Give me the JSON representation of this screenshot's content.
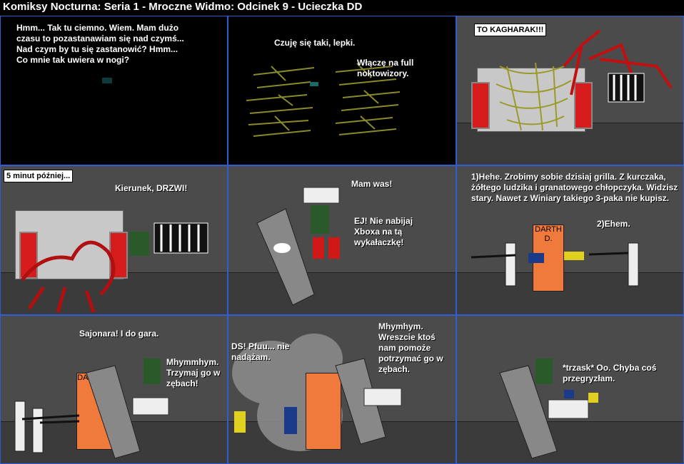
{
  "title": "Komiksy Nocturna: Seria 1 - Mroczne Widmo: Odcinek 9 - Ucieczka DD",
  "panels": {
    "p1": {
      "text": "Hmm... Tak tu ciemno. Wiem. Mam dużo czasu to pozastanawiam się nad czymś... Nad czym by tu się zastanowić? Hmm... Co mnie tak uwiera w nogi?"
    },
    "p2": {
      "text1": "Czuję się taki, lepki.",
      "text2": "Włączę na full noktowizory."
    },
    "p3": {
      "caption": "TO KAGHARAK!!!"
    },
    "p4": {
      "caption": "5 minut później...",
      "text": "Kierunek, DRZWI!"
    },
    "p5": {
      "text1": "Mam was!",
      "text2": "EJ! Nie nabijaj Xboxa na tą wykałaczkę!"
    },
    "p6": {
      "text1": "1)Hehe. Zrobimy sobie dzisiaj grilla. Z kurczaka, żółtego ludzika i granatowego chłopczyka. Widzisz stary. Nawet z Winiary takiego 3-paka nie kupisz.",
      "text2": "2)Ehem.",
      "door": "DARTH D."
    },
    "p7": {
      "text1": "Sajonara! I do gara.",
      "text2": "Mhymmhym. Trzymaj go w zębach!",
      "door": "DARTH D."
    },
    "p8": {
      "text1": "DS! Pfuu... nie nadążam.",
      "text2": "Mhymhym. Wreszcie ktoś nam pomoże potrzymać go w zębach."
    },
    "p9": {
      "text": "*trzask* Oo. Chyba coś przegryzłam."
    }
  }
}
